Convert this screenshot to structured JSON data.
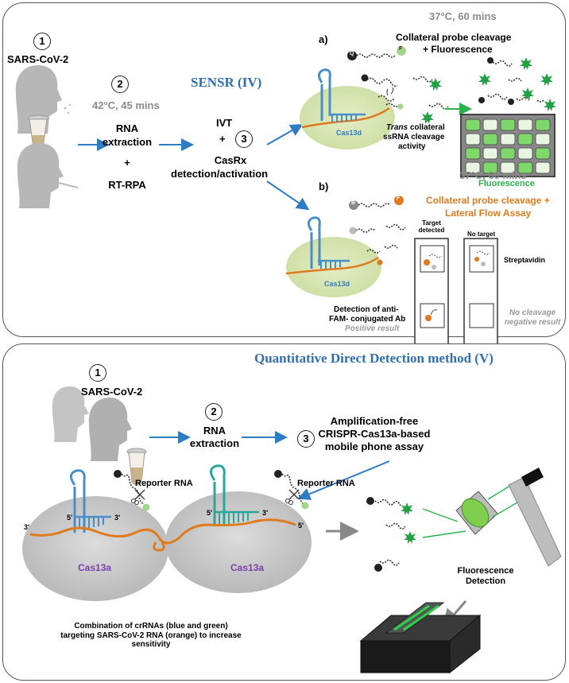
{
  "panel_iv": {
    "step1_num": "1",
    "step1_label": "SARS-CoV-2",
    "step2_num": "2",
    "step2_condition": "42°C, 45 mins",
    "step2_line1": "RNA",
    "step2_line2": "extraction",
    "step2_plus": "+",
    "step2_line3": "RT-RPA",
    "title": "SENSR (IV)",
    "step3_ivt": "IVT",
    "step3_plus": "+",
    "step3_num": "3",
    "step3_line1": "CasRx",
    "step3_line2": "detection/activation",
    "a_label": "a)",
    "a_condition": "37°C, 60 mins",
    "a_heading_1": "Collateral probe cleavage",
    "a_heading_2": "+ Fluorescence",
    "a_cas_label": "Cas13d",
    "a_trans_1_italic": "Trans",
    "a_trans_1_rest": " collateral",
    "a_trans_2": "ssRNA cleavage",
    "a_trans_3": "activity",
    "a_fluorescence": "Fluorescence",
    "a_probe_q": "Q",
    "a_probe_f": "F",
    "b_label": "b)",
    "b_condition": "37°C, 60 mins",
    "b_heading_1": "Collateral probe cleavage +",
    "b_heading_2": "Lateral Flow Assay",
    "b_cas_label": "Cas13d",
    "b_probe_b": "B",
    "b_probe_f": "F",
    "b_target_detected_1": "Target",
    "b_target_detected_2": "detected",
    "b_no_target": "No target",
    "b_streptavidin": "Streptavidin",
    "b_detection_1": "Detection of anti-",
    "b_detection_2": "FAM- conjugated Ab",
    "b_positive": "Positive result",
    "b_no_cleavage_1": "No cleavage",
    "b_no_cleavage_2": "negative result"
  },
  "panel_v": {
    "title": "Quantitative Direct Detection method (V)",
    "step1_num": "1",
    "step1_label": "SARS-CoV-2",
    "step2_num": "2",
    "step2_line1": "RNA",
    "step2_line2": "extraction",
    "step3_num": "3",
    "step3_line1": "Amplification-free",
    "step3_line2": "CRISPR-Cas13a-based",
    "step3_line3": "mobile phone assay",
    "reporter_1": "Reporter RNA",
    "reporter_2": "Reporter RNA",
    "cas_label_1": "Cas13a",
    "cas_label_2": "Cas13a",
    "end_3p_left": "3'",
    "end_5p_a": "5'",
    "end_3p_a": "3'",
    "end_5p_b": "5'",
    "end_3p_b": "3'",
    "end_5p_right": "5'",
    "fluor_detection_1": "Fluorescence",
    "fluor_detection_2": "Detection",
    "caption_1": "Combination of crRNAs (blue and green)",
    "caption_2": "targeting SARS-CoV-2 RNA (orange) to increase",
    "caption_3": "sensitivity"
  },
  "colors": {
    "arrow_blue": "#2e7dc4",
    "title_blue": "#2f6fb0",
    "orange": "#e07a1f",
    "green": "#29b34a",
    "purple": "#7b3fb0",
    "crrna_blue": "#4a8ec8",
    "crrna_green": "#2aa79b",
    "grey": "#8a8a8a"
  }
}
